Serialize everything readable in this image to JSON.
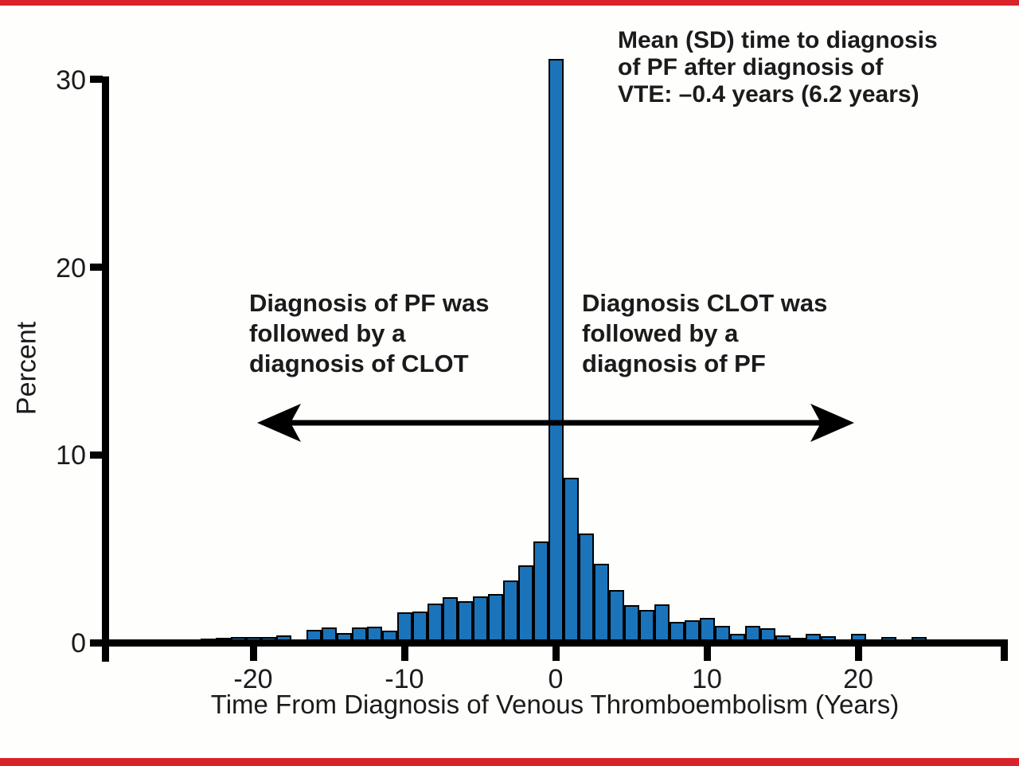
{
  "figure": {
    "background": "#fefefd",
    "rule_color": "#d8232a"
  },
  "chart_data": {
    "type": "bar",
    "title": "",
    "xlabel": "Time From Diagnosis of Venous Thromboembolism (Years)",
    "ylabel": "Percent",
    "bar_color": "#1b74ba",
    "bar_edge_color": "#000000",
    "grid": false,
    "legend": null,
    "x_ticks": [
      -20,
      -10,
      0,
      10,
      20
    ],
    "x_tick_labels": [
      "-20",
      "-10",
      "0",
      "10",
      "20"
    ],
    "y_ticks": [
      0,
      10,
      20,
      30
    ],
    "y_tick_labels": [
      "0",
      "10",
      "20",
      "30"
    ],
    "xlim": [
      -30.5,
      30
    ],
    "ylim": [
      0,
      31.5
    ],
    "x": [
      -23,
      -22,
      -21,
      -20,
      -19,
      -18,
      -17,
      -16,
      -15,
      -14,
      -13,
      -12,
      -11,
      -10,
      -9,
      -8,
      -7,
      -6,
      -5,
      -4,
      -3,
      -2,
      -1,
      0,
      1,
      2,
      3,
      4,
      5,
      6,
      7,
      8,
      9,
      10,
      11,
      12,
      13,
      14,
      15,
      16,
      17,
      18,
      20,
      22,
      24
    ],
    "values": [
      0.2,
      0.25,
      0.28,
      0.28,
      0.28,
      0.4,
      0.15,
      0.7,
      0.8,
      0.5,
      0.8,
      0.85,
      0.65,
      1.6,
      1.65,
      2.1,
      2.4,
      2.2,
      2.45,
      2.6,
      3.3,
      4.1,
      5.4,
      31.1,
      8.8,
      5.8,
      4.2,
      2.8,
      2.0,
      1.75,
      2.05,
      1.1,
      1.2,
      1.3,
      0.9,
      0.45,
      0.9,
      0.75,
      0.4,
      0.26,
      0.45,
      0.33,
      0.45,
      0.28,
      0.3
    ],
    "annotations": {
      "mean_note": {
        "lines": [
          "Mean (SD) time to diagnosis",
          "of PF after diagnosis of",
          "VTE: –0.4 years (6.2 years)"
        ]
      },
      "left_note": {
        "lines": [
          "Diagnosis of PF was",
          "followed by a",
          "diagnosis of CLOT"
        ]
      },
      "right_note": {
        "lines": [
          "Diagnosis CLOT was",
          "followed by a",
          "diagnosis of PF"
        ]
      }
    }
  }
}
